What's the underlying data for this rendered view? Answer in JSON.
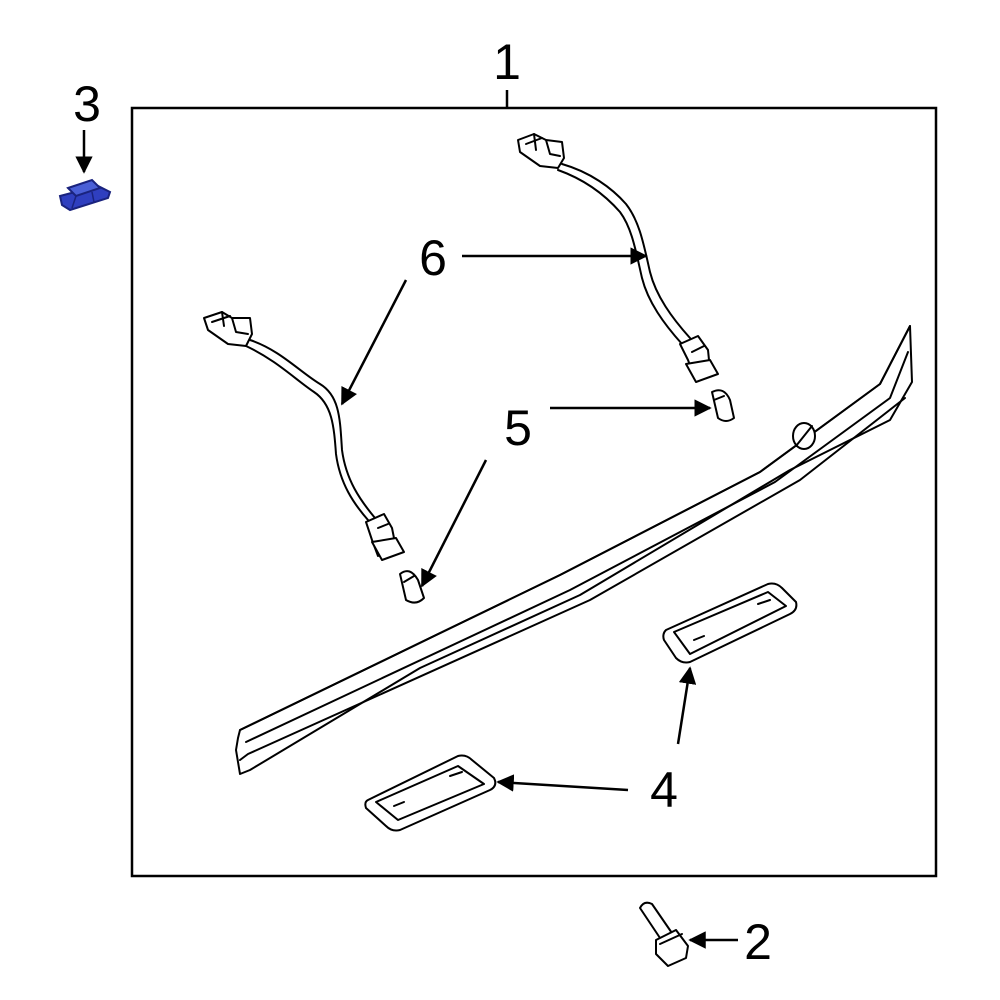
{
  "callouts": {
    "c1": "1",
    "c2": "2",
    "c3": "3",
    "c4": "4",
    "c5": "5",
    "c6": "6"
  },
  "colors": {
    "line": "#000000",
    "background": "#ffffff",
    "highlight_fill": "#2f3fbf",
    "highlight_stroke": "#1a237e"
  },
  "highlighted_part": "3"
}
